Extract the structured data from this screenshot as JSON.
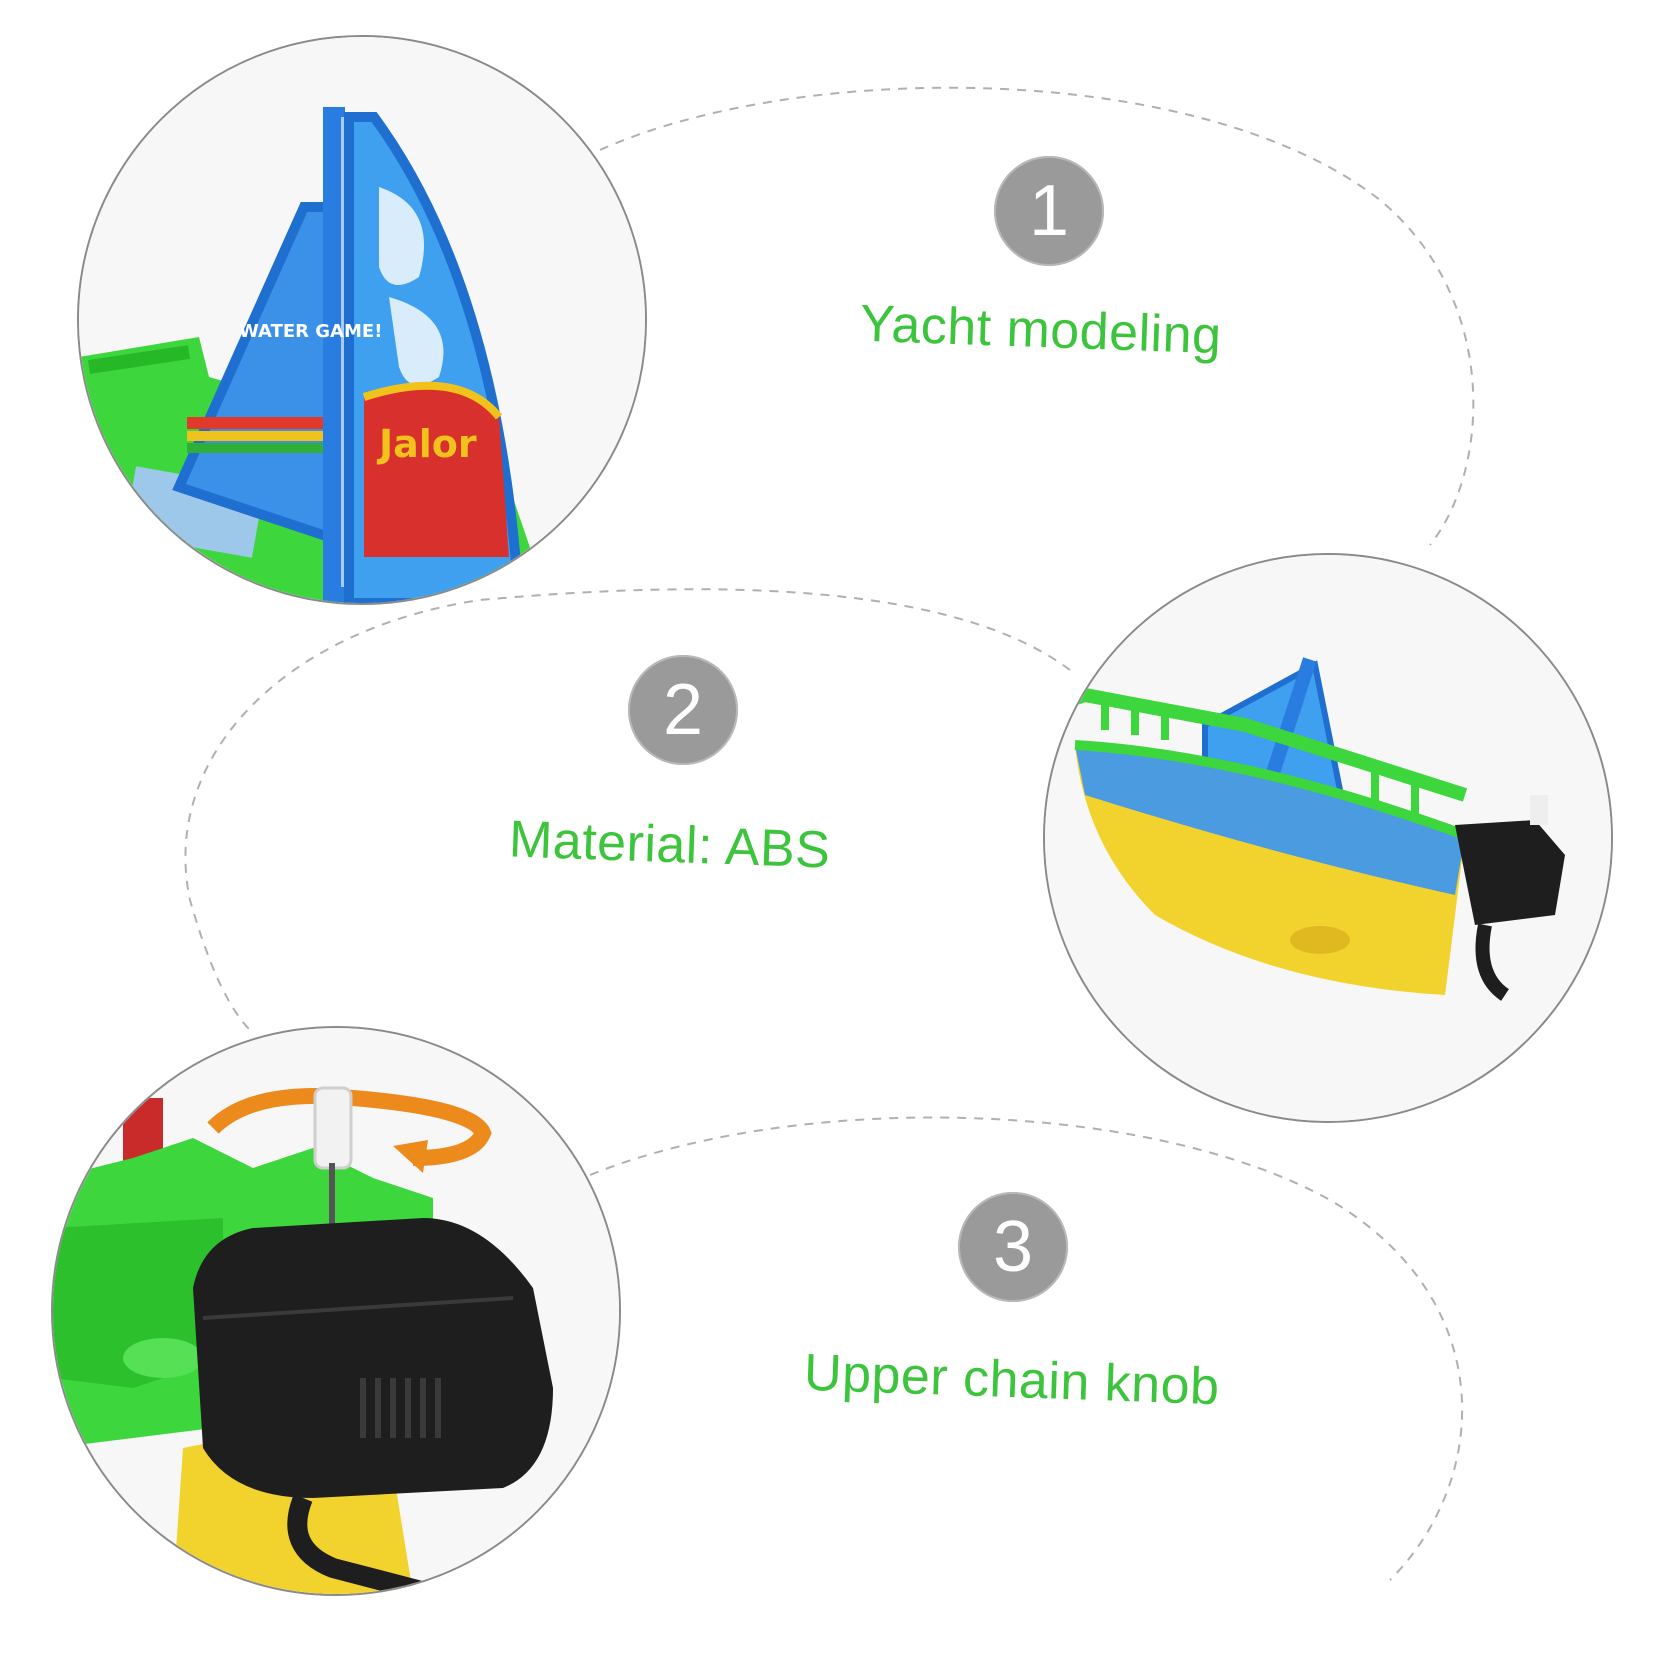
{
  "features": [
    {
      "number": "1",
      "label": "Yacht modeling",
      "photo": "yacht-sail-closeup"
    },
    {
      "number": "2",
      "label": "Material: ABS",
      "photo": "boat-side-view"
    },
    {
      "number": "3",
      "label": "Upper chain knob",
      "photo": "wind-up-knob-closeup"
    }
  ],
  "sail_text": {
    "water_game": "WATER GAME!",
    "brand": "Jalor"
  },
  "colors": {
    "label": "#3cc43c",
    "badge": "#9a9a9a",
    "dashed_line": "#b0b0b0",
    "boat_green": "#3dd63d",
    "boat_yellow": "#f2d22c",
    "sail_blue": "#2f7fe0",
    "motor_black": "#1e1e1e",
    "arrow_orange": "#ec8a1c"
  }
}
